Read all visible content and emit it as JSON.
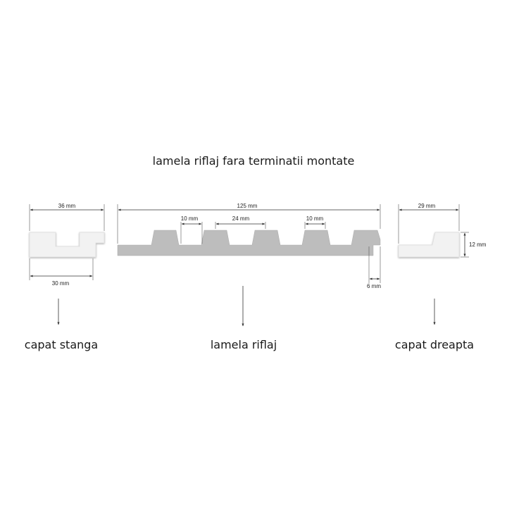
{
  "title": "lamela riflaj fara terminatii montate",
  "left_piece": {
    "top_dim": "36 mm",
    "bottom_dim": "30 mm",
    "caption": "capat stanga"
  },
  "middle_piece": {
    "overall_dim": "125 mm",
    "gap_dim_1": "10 mm",
    "rib_dim": "24 mm",
    "gap_dim_2": "10 mm",
    "lip_dim": "6 mm",
    "caption": "lamela riflaj"
  },
  "right_piece": {
    "top_dim": "29 mm",
    "height_dim": "12 mm",
    "caption": "capat dreapta"
  },
  "colors": {
    "profile_grey": "#bdbdbd",
    "end_cap_fill": "#f2f2f2",
    "line": "#333333"
  }
}
